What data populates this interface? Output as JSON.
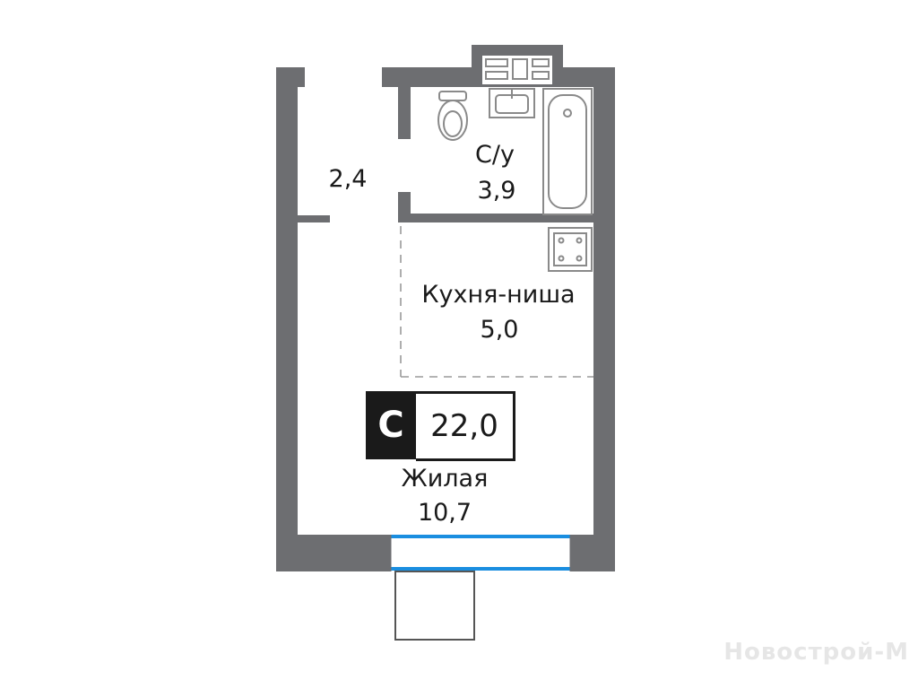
{
  "rooms": {
    "hall": {
      "area": "2,4"
    },
    "bathroom": {
      "name": "С/у",
      "area": "3,9"
    },
    "kitchen": {
      "name": "Кухня-ниша",
      "area": "5,0"
    },
    "living": {
      "name": "Жилая",
      "area": "10,7"
    }
  },
  "badge": {
    "type_letter": "С",
    "total_area": "22,0"
  },
  "watermark": "Новострой-М",
  "colors": {
    "wall": "#6d6e71",
    "window": "#1a8ee0",
    "text": "#1a1a1a",
    "fixture": "#8a8a8a"
  },
  "icons": [
    "toilet-icon",
    "sink-icon",
    "bathtub-icon",
    "stove-icon",
    "washing-machine-icon"
  ]
}
